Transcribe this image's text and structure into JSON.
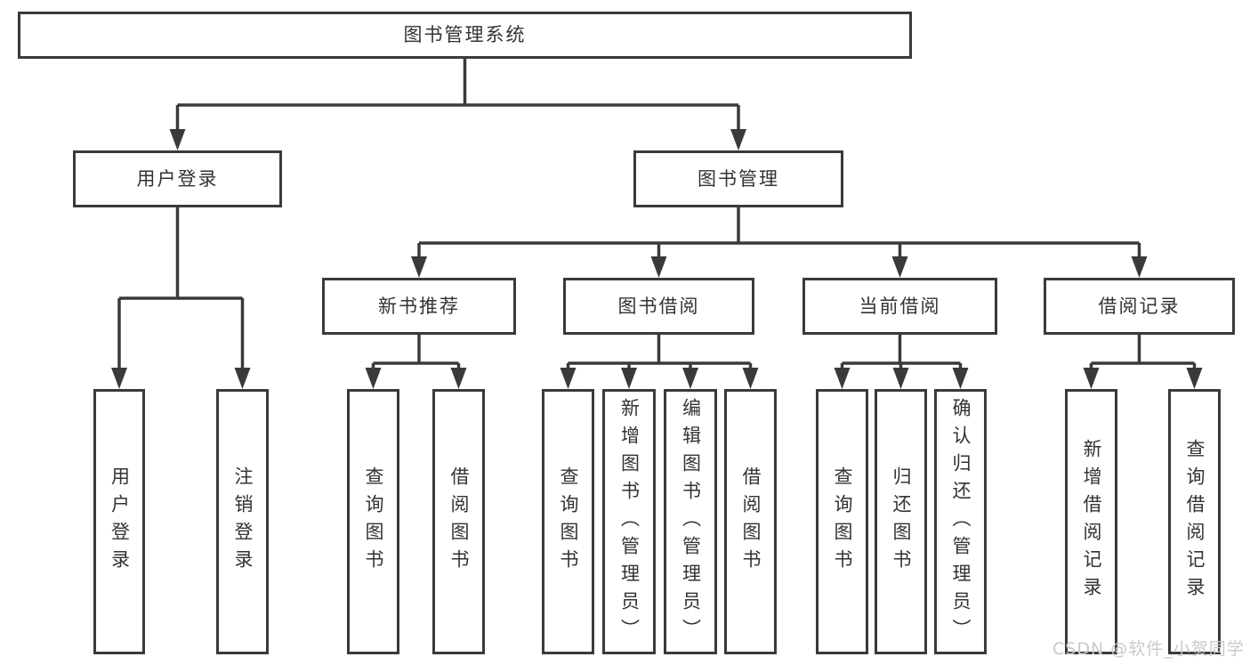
{
  "colors": {
    "line": "#3a3a3a",
    "text": "#333333",
    "box_bg": "#ffffff",
    "watermark": "#c9c9c9"
  },
  "watermark": {
    "text": "CSDN @软件_小贺同学"
  },
  "tree": {
    "root": {
      "label": "图书管理系统",
      "children": [
        {
          "label": "用户登录",
          "children": [
            {
              "label": "用户登录"
            },
            {
              "label": "注销登录"
            }
          ]
        },
        {
          "label": "图书管理",
          "children": [
            {
              "label": "新书推荐",
              "children": [
                {
                  "label": "查询图书"
                },
                {
                  "label": "借阅图书"
                }
              ]
            },
            {
              "label": "图书借阅",
              "children": [
                {
                  "label": "查询图书"
                },
                {
                  "label": "新增图书（管理员）"
                },
                {
                  "label": "编辑图书（管理员）"
                },
                {
                  "label": "借阅图书"
                }
              ]
            },
            {
              "label": "当前借阅",
              "children": [
                {
                  "label": "查询图书"
                },
                {
                  "label": "归还图书"
                },
                {
                  "label": "确认归还（管理员）"
                }
              ]
            },
            {
              "label": "借阅记录",
              "children": [
                {
                  "label": "新增借阅记录"
                },
                {
                  "label": "查询借阅记录"
                }
              ]
            }
          ]
        }
      ]
    }
  }
}
